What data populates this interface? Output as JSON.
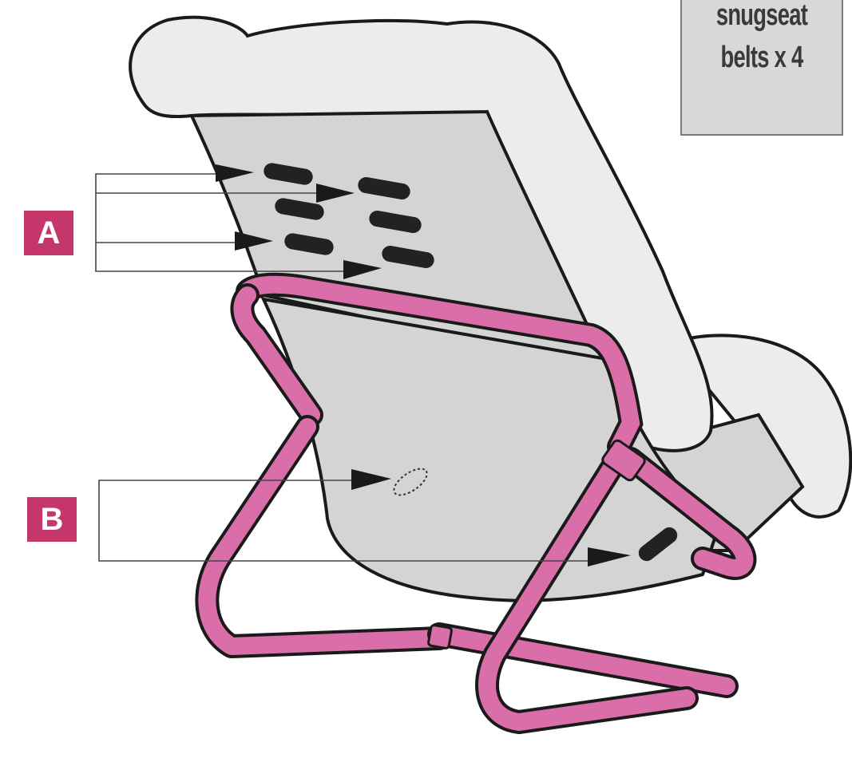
{
  "info_box": {
    "line1": "snugseat",
    "line2": "belts x 4"
  },
  "labels": {
    "a": "A",
    "b": "B"
  },
  "colors": {
    "frame": "#d96ea8",
    "frame_outline": "#1a1a1a",
    "seat_back": "#d4d4d4",
    "cushion": "#ececec",
    "label_bg": "#c5366a",
    "slot": "#222222",
    "info_bg": "#d8d8d8"
  }
}
